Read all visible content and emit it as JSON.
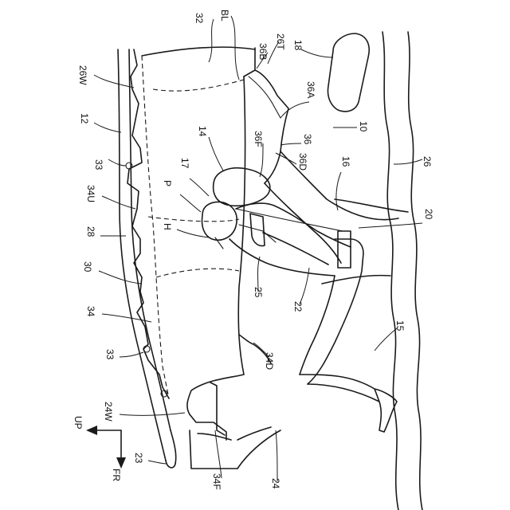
{
  "labels": {
    "l32": "32",
    "lBL": "BL",
    "l26T": "26T",
    "l18": "18",
    "l36B": "36B",
    "l26W": "26W",
    "l36A": "36A",
    "l12": "12",
    "l10": "10",
    "l14": "14",
    "l36F": "36F",
    "l36": "36",
    "l17": "17",
    "l36D": "36D",
    "l16": "16",
    "l26": "26",
    "l33a": "33",
    "l34U": "34U",
    "lP": "P",
    "l20": "20",
    "lH": "H",
    "l28": "28",
    "l30": "30",
    "l25": "25",
    "l22": "22",
    "l34": "34",
    "l15": "15",
    "l33b": "33",
    "l34D": "34D",
    "l24W": "24W",
    "l23": "23",
    "l34F": "34F",
    "l24": "24",
    "lUP": "UP",
    "lFR": "FR"
  }
}
